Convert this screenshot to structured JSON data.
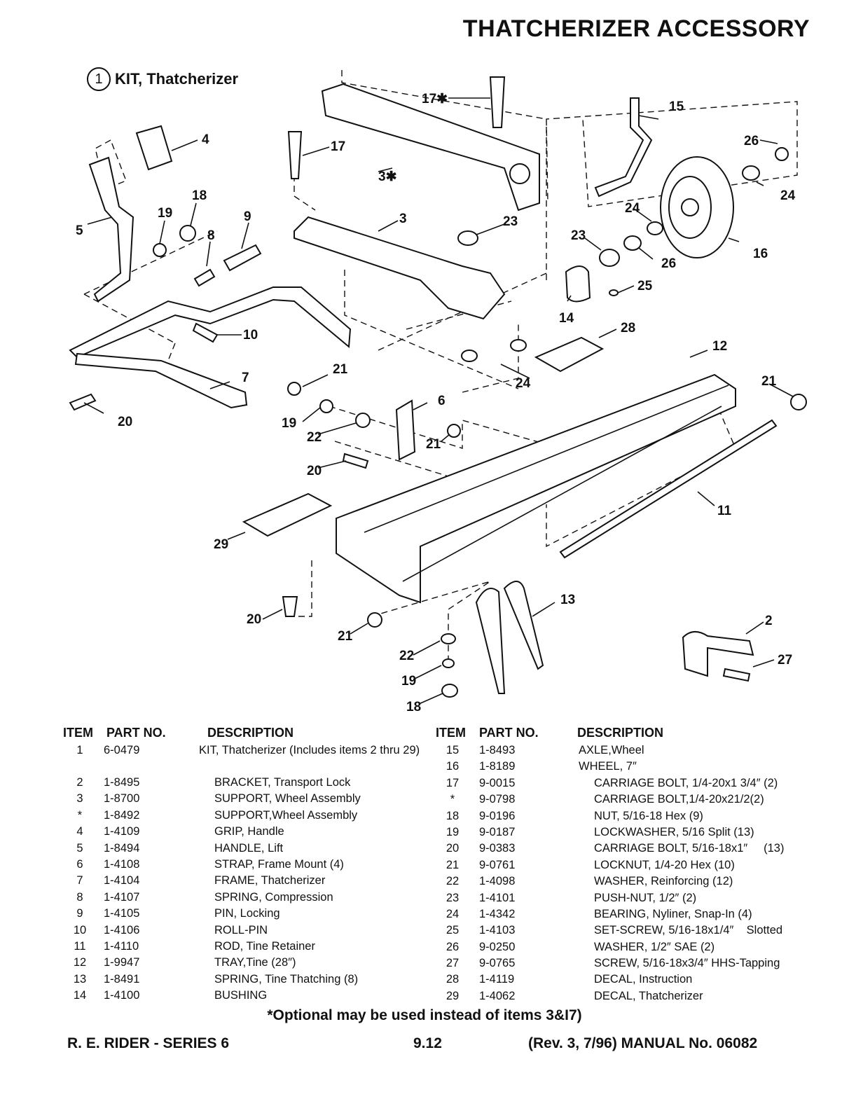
{
  "page": {
    "title": "THATCHERIZER ACCESSORY",
    "kit_number": "1",
    "kit_label": "KIT, Thatcherizer"
  },
  "diagram": {
    "callouts": [
      "17✱",
      "15",
      "26",
      "24",
      "4",
      "17",
      "3✱",
      "18",
      "19",
      "9",
      "8",
      "5",
      "3",
      "23",
      "24",
      "23",
      "26",
      "16",
      "25",
      "14",
      "10",
      "28",
      "12",
      "7",
      "21",
      "6",
      "21",
      "19",
      "22",
      "21",
      "20",
      "20",
      "11",
      "29",
      "13",
      "20",
      "21",
      "2",
      "22",
      "27",
      "19",
      "18",
      "24"
    ]
  },
  "table": {
    "headers": {
      "item": "ITEM",
      "part": "PART NO.",
      "desc": "DESCRIPTION"
    },
    "left": [
      {
        "item": "1",
        "part": "6-0479",
        "desc": "KIT, Thatcherizer (Includes items 2 thru 29)"
      },
      {
        "item": "2",
        "part": "1-8495",
        "desc": "BRACKET, Transport Lock"
      },
      {
        "item": "3",
        "part": "1-8700",
        "desc": "SUPPORT, Wheel Assembly"
      },
      {
        "item": "*",
        "part": "1-8492",
        "desc": "SUPPORT,Wheel Assembly"
      },
      {
        "item": "4",
        "part": "1-4109",
        "desc": "GRIP, Handle"
      },
      {
        "item": "5",
        "part": "1-8494",
        "desc": "HANDLE, Lift"
      },
      {
        "item": "6",
        "part": "1-4108",
        "desc": "STRAP, Frame Mount (4)"
      },
      {
        "item": "7",
        "part": "1-4104",
        "desc": "FRAME, Thatcherizer"
      },
      {
        "item": "8",
        "part": "1-4107",
        "desc": "SPRING, Compression"
      },
      {
        "item": "9",
        "part": "1-4105",
        "desc": "PIN, Locking"
      },
      {
        "item": "10",
        "part": "1-4106",
        "desc": "ROLL-PIN"
      },
      {
        "item": "11",
        "part": "1-4110",
        "desc": "ROD, Tine Retainer"
      },
      {
        "item": "12",
        "part": "1-9947",
        "desc": "TRAY,Tine (28″)"
      },
      {
        "item": "13",
        "part": "1-8491",
        "desc": "SPRING, Tine Thatching (8)"
      },
      {
        "item": "14",
        "part": "1-4100",
        "desc": "BUSHING"
      }
    ],
    "right": [
      {
        "item": "15",
        "part": "1-8493",
        "desc": "AXLE,Wheel"
      },
      {
        "item": "16",
        "part": "1-8189",
        "desc": "WHEEL, 7″"
      },
      {
        "item": "17",
        "part": "9-0015",
        "desc": "CARRIAGE BOLT, 1/4-20x1 3/4″ (2)"
      },
      {
        "item": "*",
        "part": "9-0798",
        "desc": "CARRIAGE BOLT,1/4-20x21/2(2)"
      },
      {
        "item": "18",
        "part": "9-0196",
        "desc": "NUT, 5/16-18 Hex (9)"
      },
      {
        "item": "19",
        "part": "9-0187",
        "desc": "LOCKWASHER, 5/16 Split (13)"
      },
      {
        "item": "20",
        "part": "9-0383",
        "desc": "CARRIAGE BOLT, 5/16-18x1″     (13)"
      },
      {
        "item": "21",
        "part": "9-0761",
        "desc": "LOCKNUT, 1/4-20 Hex (10)"
      },
      {
        "item": "22",
        "part": "1-4098",
        "desc": "WASHER, Reinforcing (12)"
      },
      {
        "item": "23",
        "part": "1-4101",
        "desc": "PUSH-NUT, 1/2″ (2)"
      },
      {
        "item": "24",
        "part": "1-4342",
        "desc": "BEARING, Nyliner, Snap-In (4)"
      },
      {
        "item": "25",
        "part": "1-4103",
        "desc": "SET-SCREW, 5/16-18x1/4″    Slotted"
      },
      {
        "item": "26",
        "part": "9-0250",
        "desc": "WASHER, 1/2″ SAE (2)"
      },
      {
        "item": "27",
        "part": "9-0765",
        "desc": "SCREW, 5/16-18x3/4″ HHS-Tapping"
      },
      {
        "item": "28",
        "part": "1-4119",
        "desc": "DECAL, Instruction"
      },
      {
        "item": "29",
        "part": "1-4062",
        "desc": "DECAL, Thatcherizer"
      }
    ],
    "note": "*Optional may be used instead of items 3&I7)"
  },
  "footer": {
    "left": "R. E. RIDER - SERIES 6",
    "center": "9.12",
    "right": "(Rev. 3, 7/96) MANUAL No. 06082"
  }
}
